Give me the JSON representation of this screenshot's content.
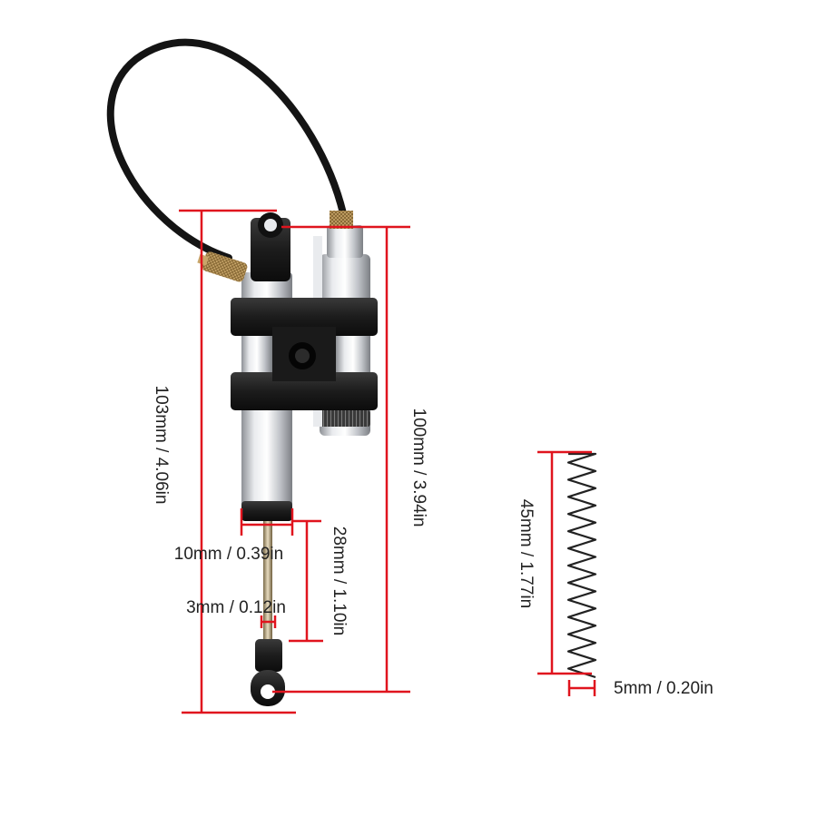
{
  "product": {
    "name": "RC shock absorber with piggyback reservoir and spring"
  },
  "dimensions": {
    "overall_length": "103mm / 4.06in",
    "reservoir_height": "100mm / 3.94in",
    "rod_width": "10mm / 0.39in",
    "stroke": "28mm / 1.10in",
    "shaft_diameter": "3mm / 0.12in",
    "spring_length": "45mm / 1.77in",
    "spring_wire": "5mm / 0.20in"
  },
  "colors": {
    "dimension_line": "#e0141e",
    "aluminum": "#c9ccd0",
    "black_anodized": "#1b1b1b",
    "brass": "#c8a66a",
    "hose": "#141414",
    "label_text": "#222222"
  }
}
